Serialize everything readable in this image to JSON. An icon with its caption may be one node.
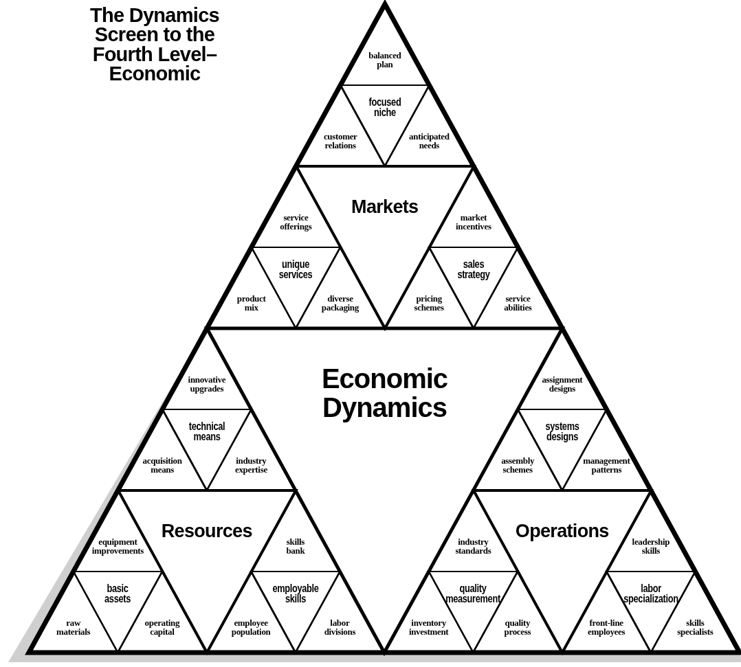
{
  "diagram": {
    "title": "The Dynamics Screen to the Fourth Level– Economic",
    "nodes": [
      {
        "text": [
          "Markets"
        ]
      },
      {
        "text": [
          "balanced plan"
        ]
      },
      {
        "text": [
          "focused niche"
        ]
      },
      {
        "text": [
          "customer relations"
        ]
      },
      {
        "text": [
          "anticipated needs"
        ]
      },
      {
        "text": [
          "service offerings"
        ]
      },
      {
        "text": [
          "unique services"
        ]
      },
      {
        "text": [
          "product mix"
        ]
      },
      {
        "text": [
          "diverse packaging"
        ]
      },
      {
        "text": [
          "market incentives"
        ]
      },
      {
        "text": [
          "sales strategy"
        ]
      },
      {
        "text": [
          "pricing schemes"
        ]
      },
      {
        "text": [
          "service abilities"
        ]
      },
      {
        "text": [
          "Economic Dynamics"
        ]
      },
      {
        "text": [
          "Resources"
        ]
      },
      {
        "text": [
          "innovative upgrades"
        ]
      },
      {
        "text": [
          "technical means"
        ]
      },
      {
        "text": [
          "acquisition means"
        ]
      },
      {
        "text": [
          "industry expertise"
        ]
      },
      {
        "text": [
          "equipment improvements"
        ]
      },
      {
        "text": [
          "basic assets"
        ]
      },
      {
        "text": [
          "raw materials"
        ]
      },
      {
        "text": [
          "operating capital"
        ]
      },
      {
        "text": [
          "skills bank"
        ]
      },
      {
        "text": [
          "employable skills"
        ]
      },
      {
        "text": [
          "employee population"
        ]
      },
      {
        "text": [
          "labor divisions"
        ]
      },
      {
        "text": [
          "Operations"
        ]
      },
      {
        "text": [
          "assignment designs"
        ]
      },
      {
        "text": [
          "systems designs"
        ]
      },
      {
        "text": [
          "assembly schemes"
        ]
      },
      {
        "text": [
          "management patterns"
        ]
      },
      {
        "text": [
          "industry standards"
        ]
      },
      {
        "text": [
          "quality measurement"
        ]
      },
      {
        "text": [
          "inventory investment"
        ]
      },
      {
        "text": [
          "quality process"
        ]
      },
      {
        "text": [
          "leadership skills"
        ]
      },
      {
        "text": [
          "labor specialization"
        ]
      },
      {
        "text": [
          "front-line employees"
        ]
      },
      {
        "text": [
          "skills specialists"
        ]
      }
    ]
  }
}
